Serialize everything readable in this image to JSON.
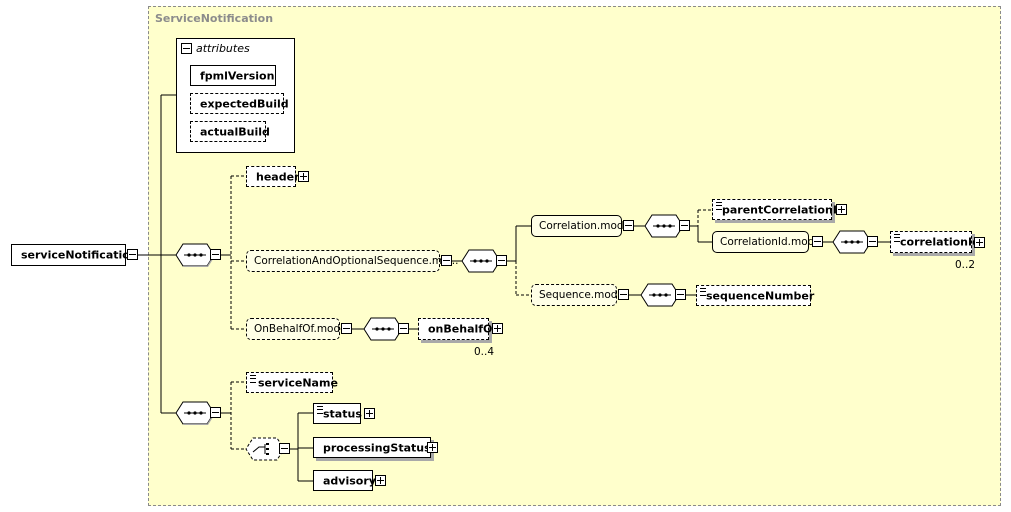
{
  "diagram": {
    "group_label": "ServiceNotification",
    "root": {
      "label": "serviceNotification"
    },
    "attributes": {
      "title": "attributes",
      "items": [
        {
          "label": "fpmlVersion",
          "optional": false
        },
        {
          "label": "expectedBuild",
          "optional": true
        },
        {
          "label": "actualBuild",
          "optional": true
        }
      ]
    },
    "first_sequence": {
      "header": {
        "label": "header"
      },
      "correlation_seq": {
        "label": "CorrelationAndOptionalSequence.mo...",
        "correlation_model": {
          "label": "Correlation.model",
          "parent_correlation": {
            "label": "parentCorrelationId"
          },
          "correlation_id_model": {
            "label": "CorrelationId.model",
            "correlation_id": {
              "label": "correlationId",
              "cardinality": "0..2"
            }
          }
        },
        "sequence_model": {
          "label": "Sequence.model",
          "sequence_number": {
            "label": "sequenceNumber"
          }
        }
      },
      "on_behalf_model": {
        "label": "OnBehalfOf.model",
        "on_behalf_of": {
          "label": "onBehalfOf",
          "cardinality": "0..4"
        }
      }
    },
    "second_sequence": {
      "service_name": {
        "label": "serviceName"
      },
      "choice": {
        "status": {
          "label": "status"
        },
        "processing_status": {
          "label": "processingStatus"
        },
        "advisory": {
          "label": "advisory"
        }
      }
    }
  }
}
